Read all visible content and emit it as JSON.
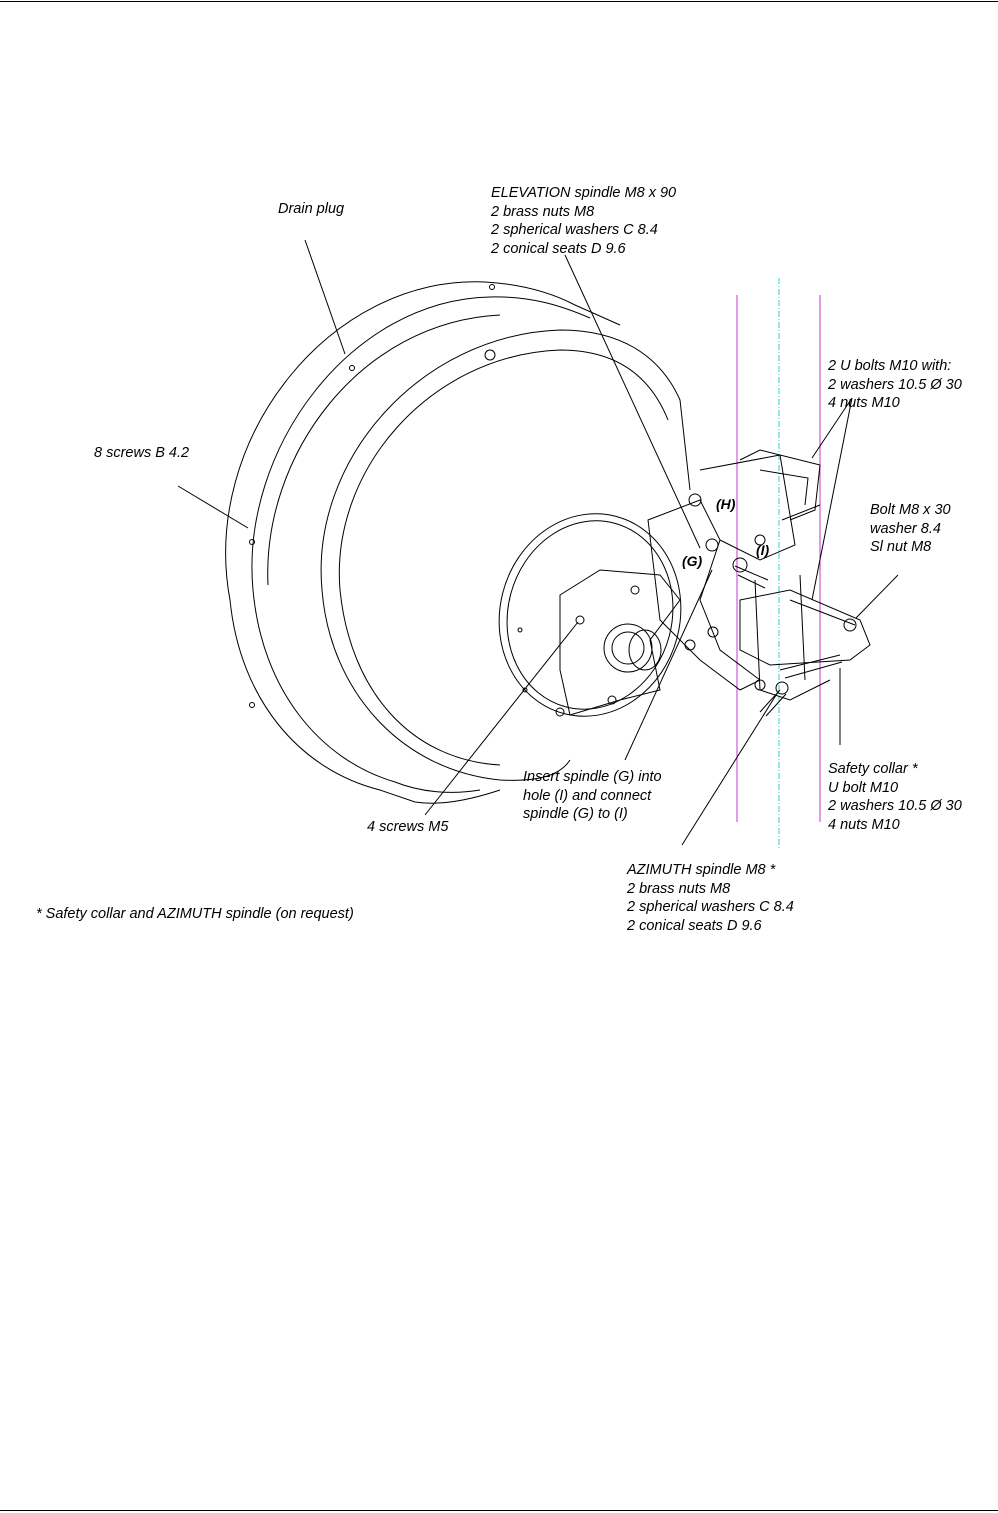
{
  "labels": {
    "drain_plug": "Drain plug",
    "elevation": [
      "ELEVATION spindle M8 x 90",
      "2 brass nuts M8",
      "2 spherical washers C 8.4",
      "2 conical seats D 9.6"
    ],
    "u_bolts": [
      "2 U bolts M10 with:",
      "2 washers 10.5 Ø 30",
      "4 nuts M10"
    ],
    "screws_b": "8 screws B 4.2",
    "bolt": [
      "Bolt M8 x 30",
      "washer 8.4",
      "Sl nut M8"
    ],
    "safety_collar": [
      "Safety collar *",
      "U bolt M10",
      "2 washers 10.5 Ø 30",
      "4 nuts M10"
    ],
    "insert": [
      "Insert spindle (G) into",
      "hole (I) and connect",
      "spindle (G) to (I)"
    ],
    "screws_m5": "4 screws M5",
    "azimuth": [
      "AZIMUTH spindle M8 *",
      "2 brass nuts M8",
      "2 spherical washers C 8.4",
      "2 conical seats D 9.6"
    ],
    "footnote": "* Safety collar and AZIMUTH spindle (on request)"
  },
  "tags": {
    "h": "(H)",
    "g": "(G)",
    "i": "(I)"
  },
  "colors": {
    "guide_magenta": "#cc33cc",
    "guide_cyan": "#33cccc",
    "ink": "#000000"
  }
}
